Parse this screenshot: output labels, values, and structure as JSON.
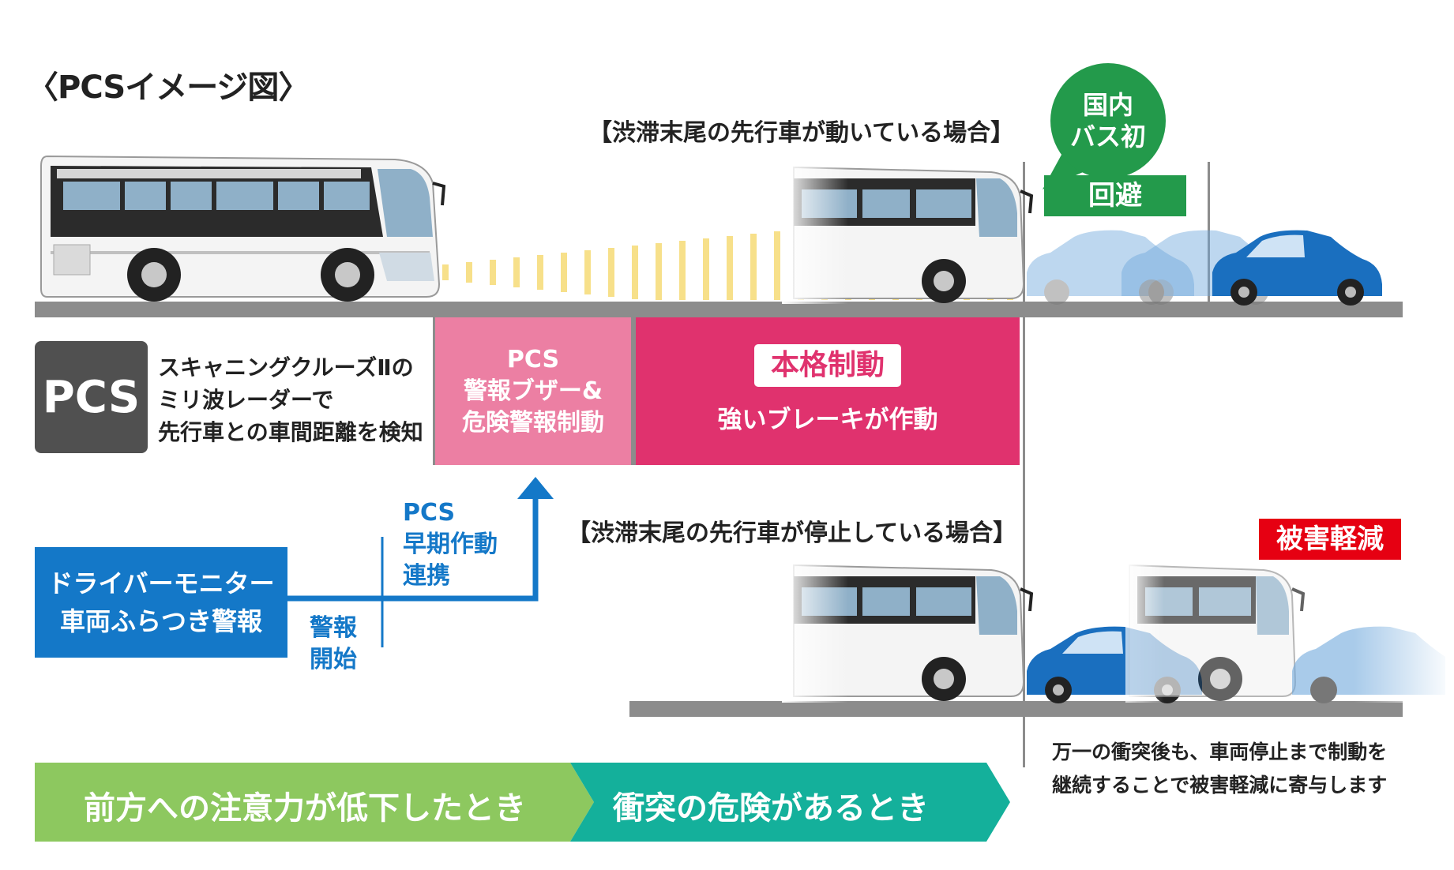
{
  "title": "〈PCSイメージ図〉",
  "scenario_moving": "【渋滞末尾の先行車が動いている場合】",
  "scenario_stopped": "【渋滞末尾の先行車が停止している場合】",
  "bubble": [
    "国内",
    "バス初"
  ],
  "avoid_label": "回避",
  "damage_label": "被害軽減",
  "pcs_badge": "PCS",
  "pcs_desc": [
    "スキャニングクルーズⅡの",
    "ミリ波レーダーで",
    "先行車との車間距離を検知"
  ],
  "warn_phase": [
    "PCS",
    "警報ブザー&",
    "危険警報制動"
  ],
  "brake_phase": {
    "title": "本格制動",
    "desc": "強いブレーキが作動"
  },
  "driver_monitor": [
    "ドライバーモニター",
    "車両ふらつき警報"
  ],
  "warn_start": [
    "警報",
    "開始"
  ],
  "pcs_early": [
    "PCS",
    "早期作動",
    "連携"
  ],
  "note": [
    "万一の衝突後も、車両停止まで制動を",
    "継続することで被害軽減に寄与します"
  ],
  "bottom_arrow": {
    "left": "前方への注意力が低下したとき",
    "right": "衝突の危険があるとき"
  },
  "colors": {
    "green": "#8dc85f",
    "teal": "#14b09b",
    "pink_light": "#ec7fa3",
    "pink_strong": "#e0326e",
    "blue": "#1478c8",
    "car_blue": "#1a6fbf",
    "radar": "#f7e08a"
  }
}
